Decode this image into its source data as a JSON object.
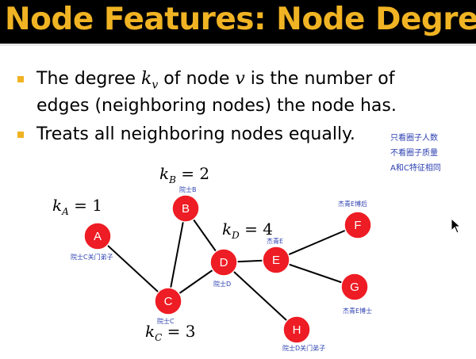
{
  "slide": {
    "title": "Node Features: Node Degree",
    "bullets": [
      {
        "line1_pre": "The degree ",
        "line1_k": "k",
        "line1_sub": "v",
        "line1_mid": " of node ",
        "line1_v": "v",
        "line1_post": " is the number of",
        "line2": "edges (neighboring nodes) the node has."
      },
      {
        "text": "Treats all neighboring nodes equally."
      }
    ]
  },
  "notes": {
    "right": [
      "只看圈子人数",
      "不看圈子质量",
      "A和C特征相同"
    ],
    "A": "院士C关门弟子",
    "B": "院士B",
    "C": "院士C",
    "D": "院士D",
    "E": "杰青E",
    "F": "杰青E博后",
    "G": "杰青E博士",
    "H": "院士D关门弟子"
  },
  "degree_labels": {
    "kA": {
      "k": "k",
      "sub": "A",
      "rest": " = 1"
    },
    "kB": {
      "k": "k",
      "sub": "B",
      "rest": " = 2"
    },
    "kC": {
      "k": "k",
      "sub": "C",
      "rest": " = 3"
    },
    "kD": {
      "k": "k",
      "sub": "D",
      "rest": " = 4"
    }
  },
  "graph": {
    "node_color": "#ee1c24",
    "edge_color": "#000000",
    "nodes": [
      "A",
      "B",
      "C",
      "D",
      "E",
      "F",
      "G",
      "H"
    ],
    "edges": [
      [
        "A",
        "C"
      ],
      [
        "B",
        "C"
      ],
      [
        "B",
        "D"
      ],
      [
        "C",
        "D"
      ],
      [
        "D",
        "E"
      ],
      [
        "D",
        "H"
      ],
      [
        "E",
        "F"
      ],
      [
        "E",
        "G"
      ]
    ]
  },
  "colors": {
    "title": "#f0b323",
    "title_bg": "#000000",
    "ink": "#2b3fb0"
  },
  "icons": {
    "cursor": "mouse-pointer-icon"
  }
}
